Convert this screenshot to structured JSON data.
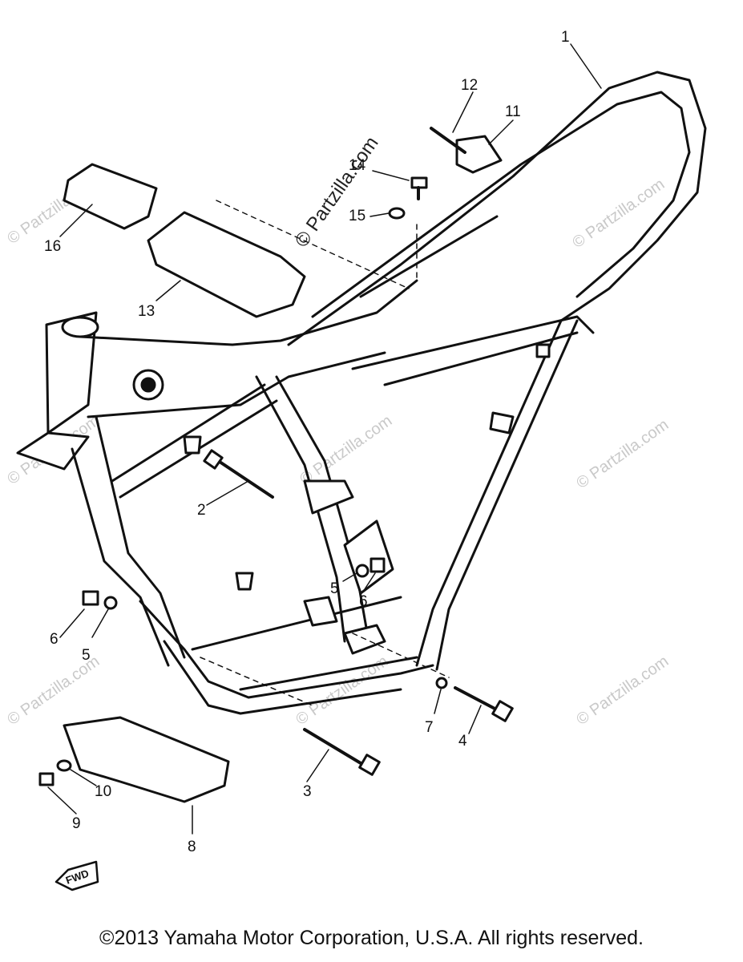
{
  "callouts": {
    "c1": "1",
    "c2": "2",
    "c3": "3",
    "c4": "4",
    "c5a": "5",
    "c5b": "5",
    "c6a": "6",
    "c6b": "6",
    "c7": "7",
    "c8": "8",
    "c9": "9",
    "c10": "10",
    "c11": "11",
    "c12": "12",
    "c13": "13",
    "c14": "14",
    "c15": "15",
    "c16": "16"
  },
  "watermark": {
    "main": "© Partzilla.com",
    "repeat": "© Partzilla.com"
  },
  "fwd_label": "FWD",
  "copyright": "©2013 Yamaha Motor Corporation, U.S.A. All rights reserved."
}
